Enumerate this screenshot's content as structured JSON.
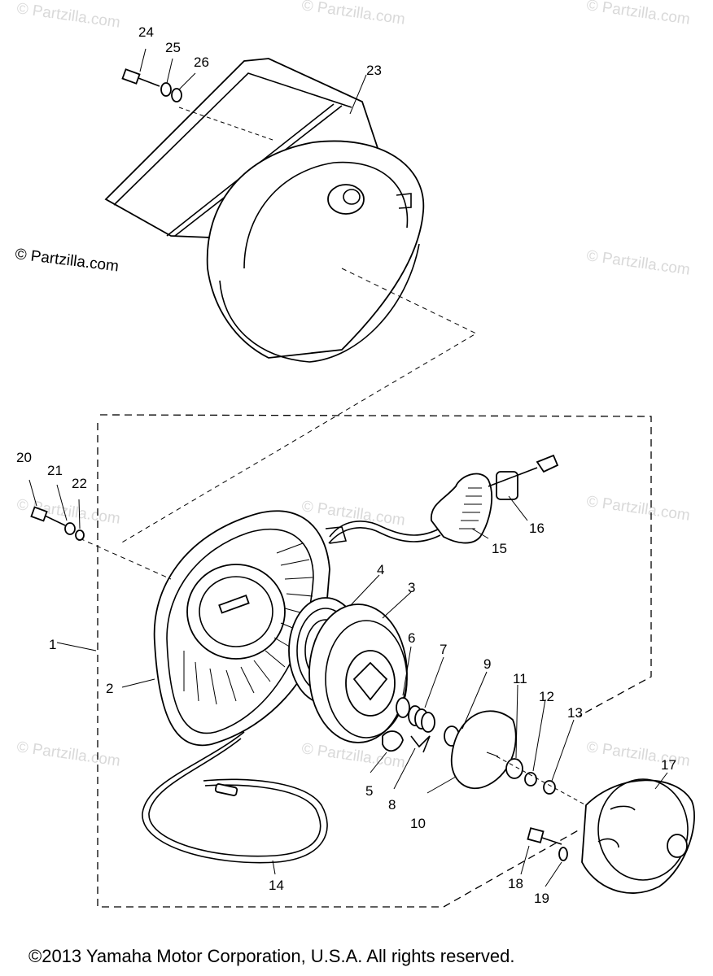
{
  "diagram": {
    "copyright": "©2013  Yamaha Motor Corporation, U.S.A. All rights reserved.",
    "watermark_main": "© Partzilla.com",
    "watermark_faint": "© Partzilla.com",
    "callouts": [
      "1",
      "2",
      "3",
      "4",
      "5",
      "6",
      "7",
      "8",
      "9",
      "10",
      "11",
      "12",
      "13",
      "14",
      "15",
      "16",
      "17",
      "18",
      "19",
      "20",
      "21",
      "22",
      "23",
      "24",
      "25",
      "26"
    ]
  }
}
